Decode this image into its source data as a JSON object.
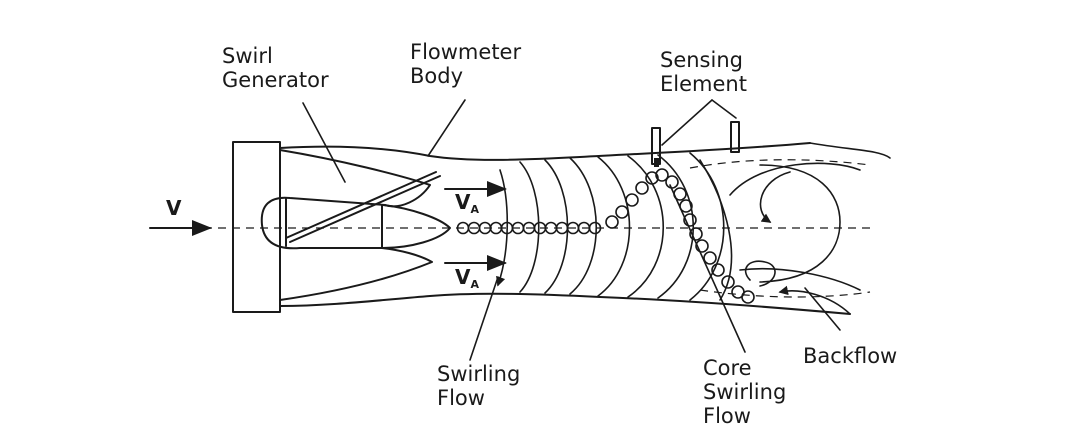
{
  "labels": {
    "swirl_generator": [
      "Swirl",
      "Generator"
    ],
    "flowmeter_body": [
      "Flowmeter",
      "Body"
    ],
    "sensing_element": [
      "Sensing",
      "Element"
    ],
    "swirling_flow": [
      "Swirling",
      "Flow"
    ],
    "core_swirling_flow": [
      "Core",
      "Swirling",
      "Flow"
    ],
    "backflow": "Backflow",
    "inlet_velocity": "V",
    "axial_velocity_symbol": "V",
    "axial_velocity_subscript": "A"
  }
}
